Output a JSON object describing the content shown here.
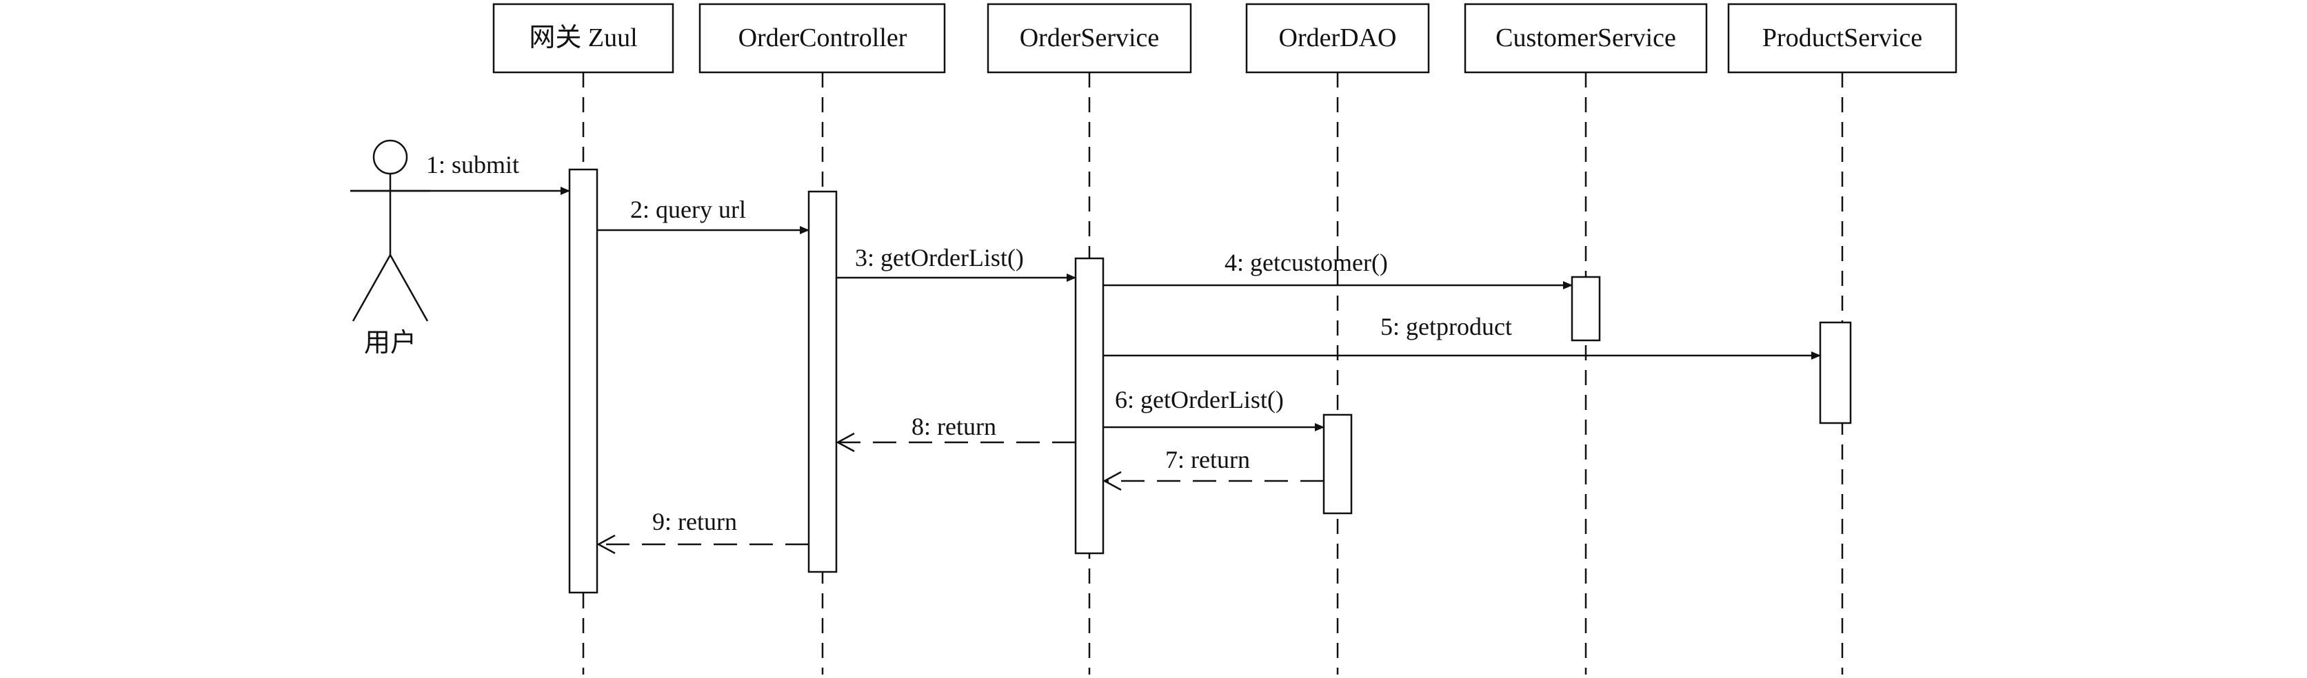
{
  "diagram": {
    "type": "sequence",
    "participants": [
      {
        "id": "zuul",
        "label": "网关 Zuul"
      },
      {
        "id": "controller",
        "label": "OrderController"
      },
      {
        "id": "service",
        "label": "OrderService"
      },
      {
        "id": "dao",
        "label": "OrderDAO"
      },
      {
        "id": "customer",
        "label": "CustomerService"
      },
      {
        "id": "product",
        "label": "ProductService"
      }
    ],
    "actor": {
      "id": "user",
      "label": "用户"
    },
    "messages": [
      {
        "label": "1: submit",
        "from": "user",
        "to": "zuul",
        "kind": "call"
      },
      {
        "label": "2: query url",
        "from": "zuul",
        "to": "controller",
        "kind": "call"
      },
      {
        "label": "3: getOrderList()",
        "from": "controller",
        "to": "service",
        "kind": "call"
      },
      {
        "label": "4: getcustomer()",
        "from": "service",
        "to": "customer",
        "kind": "call"
      },
      {
        "label": "5: getproduct",
        "from": "service",
        "to": "product",
        "kind": "call"
      },
      {
        "label": "6: getOrderList()",
        "from": "service",
        "to": "dao",
        "kind": "call"
      },
      {
        "label": "7: return",
        "from": "dao",
        "to": "service",
        "kind": "return"
      },
      {
        "label": "8: return",
        "from": "service",
        "to": "controller",
        "kind": "return"
      },
      {
        "label": "9: return",
        "from": "controller",
        "to": "zuul",
        "kind": "return"
      }
    ]
  }
}
